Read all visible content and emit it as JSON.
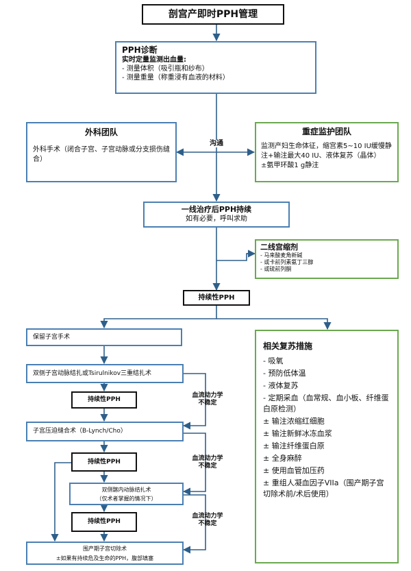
{
  "title": "剖宫产即时PPH管理",
  "diagnosis": {
    "heading": "PPH诊断",
    "subheading": "实时定量监测出血量:",
    "items": [
      "- 测量体积（吸引瓶和纱布）",
      "- 测量重量（称重浸有血液的材料）"
    ]
  },
  "surgical": {
    "heading": "外科团队",
    "text": "外科手术（闭合子宫、子宫动脉或分支损伤缝合）"
  },
  "communication": "沟通",
  "icu": {
    "heading": "重症监护团队",
    "text": "监测产妇生命体征，缩宫素5~10 IU缓慢静注+输注最大40 IU、液体复苏（晶体）±氨甲环酸1 g静注"
  },
  "first_line": {
    "heading": "一线治疗后PPH持续",
    "text": "如有必要，呼叫求助"
  },
  "second_line": {
    "heading": "二线宫缩剂",
    "items": [
      "- 马来酸麦角新碱",
      "- 或卡前列素氨丁三醇",
      "- 或硫前列酮"
    ]
  },
  "persistent_label": "持续性PPH",
  "uterus_preserving": "保留子宫手术",
  "bilateral_ligation": "双侧子宫动脉结扎或Tsirulnikov三重结扎术",
  "compression_suture": "子宫压迫缝合术（B-Lynch/Cho）",
  "internal_iliac": {
    "line1": "双侧髂内动脉结扎术",
    "line2": "（仅术者掌握的情况下）"
  },
  "hysterectomy": {
    "line1": "围产期子宫切除术",
    "line2": "±如果有持续危及生命的PPH，腹部填塞"
  },
  "unstable_label": {
    "line1": "血流动力学",
    "line2": "不稳定"
  },
  "resuscitation": {
    "heading": "相关复苏措施",
    "items": [
      "- 吸氧",
      "- 预防低体温",
      "- 液体复苏",
      "- 定期采血（血常规、血小板、纤维蛋白原检测）",
      "± 输注浓缩红细胞",
      "± 输注新鲜冰冻血浆",
      "± 输注纤维蛋白原",
      "± 全身麻醉",
      "± 使用血管加压药",
      "± 重组人凝血因子VIIa（围产期子宫切除术前/术后使用）"
    ]
  }
}
